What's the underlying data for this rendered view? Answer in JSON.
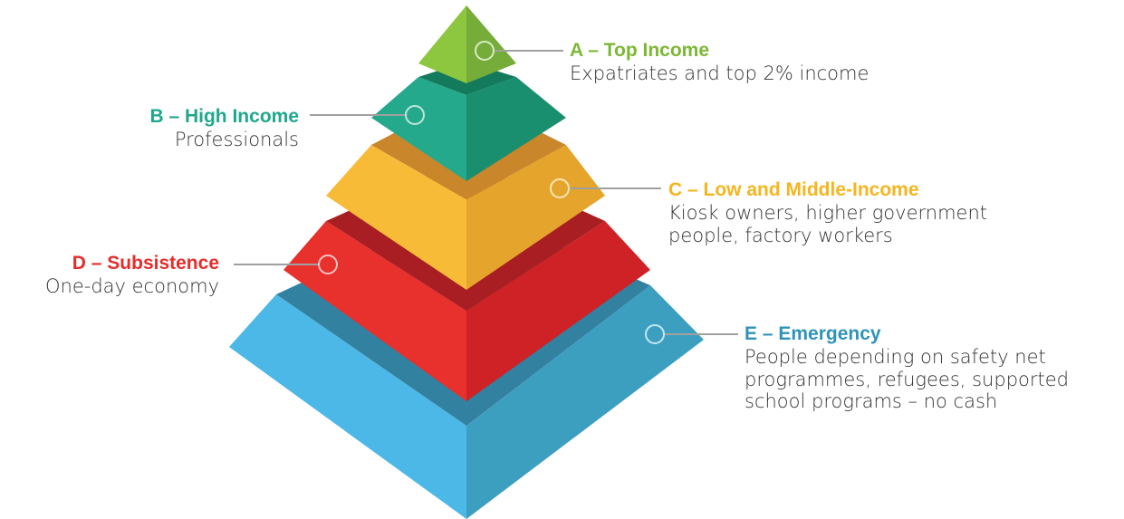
{
  "tiers": [
    {
      "id": "a",
      "title": "A – Top Income",
      "description": [
        "Expatriates and top 2% income"
      ],
      "color": "#8cc043"
    },
    {
      "id": "b",
      "title": "B – High Income",
      "description": [
        "Professionals"
      ],
      "color": "#1fa88c"
    },
    {
      "id": "c",
      "title": "C – Low and Middle-Income",
      "description": [
        "Kiosk owners, higher government",
        "people, factory workers"
      ],
      "color": "#f5b51e"
    },
    {
      "id": "d",
      "title": "D – Subsistence",
      "description": [
        "One-day economy"
      ],
      "color": "#e52d2b"
    },
    {
      "id": "e",
      "title": "E – Emergency",
      "description": [
        "People depending on safety net",
        "programmes, refugees, supported",
        "school programs – no cash"
      ],
      "color": "#3ba7cf"
    }
  ],
  "connector_color": "#a0a0a0"
}
